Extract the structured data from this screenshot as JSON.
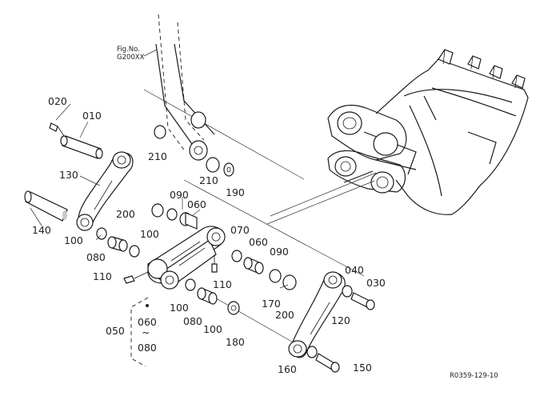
{
  "figure_ref": {
    "line1": "Fig.No.",
    "line2": "G200XX"
  },
  "labels": {
    "p010": "010",
    "p020": "020",
    "p030": "030",
    "p040": "040",
    "p050": "050",
    "p060a": "060",
    "p060b": "060",
    "p060c": "060",
    "p070": "070",
    "p080a": "080",
    "p080b": "080",
    "p080c": "080",
    "p090a": "090",
    "p090b": "090",
    "p100a": "100",
    "p100b": "100",
    "p100c": "100",
    "p100d": "100",
    "p110a": "110",
    "p110b": "110",
    "p120": "120",
    "p130": "130",
    "p140": "140",
    "p150": "150",
    "p160": "160",
    "p170": "170",
    "p180": "180",
    "p190": "190",
    "p200a": "200",
    "p200b": "200",
    "p210a": "210",
    "p210b": "210",
    "range_tilde": "~"
  },
  "drawing_code": "R0359-129-10"
}
